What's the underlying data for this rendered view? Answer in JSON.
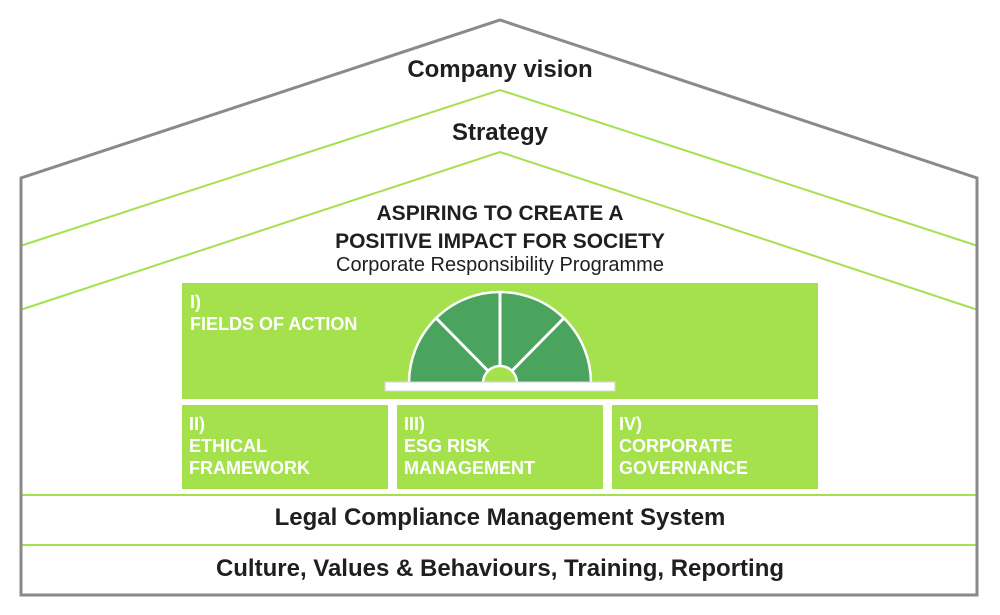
{
  "levels": {
    "vision": "Company vision",
    "strategy": "Strategy",
    "aspiration_line1": "ASPIRING TO CREATE A",
    "aspiration_line2": "POSITIVE IMPACT FOR SOCIETY",
    "programme": "Corporate Responsibility Programme"
  },
  "pillars": {
    "fields": {
      "num": "I)",
      "label": "FIELDS OF ACTION"
    },
    "ethical": {
      "num": "II)",
      "line1": "ETHICAL",
      "line2": "FRAMEWORK"
    },
    "esg": {
      "num": "III)",
      "line1": "ESG RISK",
      "line2": "MANAGEMENT"
    },
    "governance": {
      "num": "IV)",
      "line1": "CORPORATE",
      "line2": "GOVERNANCE"
    }
  },
  "foundation": {
    "legal": "Legal Compliance Management System",
    "culture": "Culture, Values & Behaviours, Training, Reporting"
  },
  "colors": {
    "light_green": "#a5e14d",
    "dark_green": "#4aa45e",
    "outline_gray": "#8a8a8a",
    "line_green": "#a5e14d",
    "text_dark": "#1f1f1f"
  }
}
